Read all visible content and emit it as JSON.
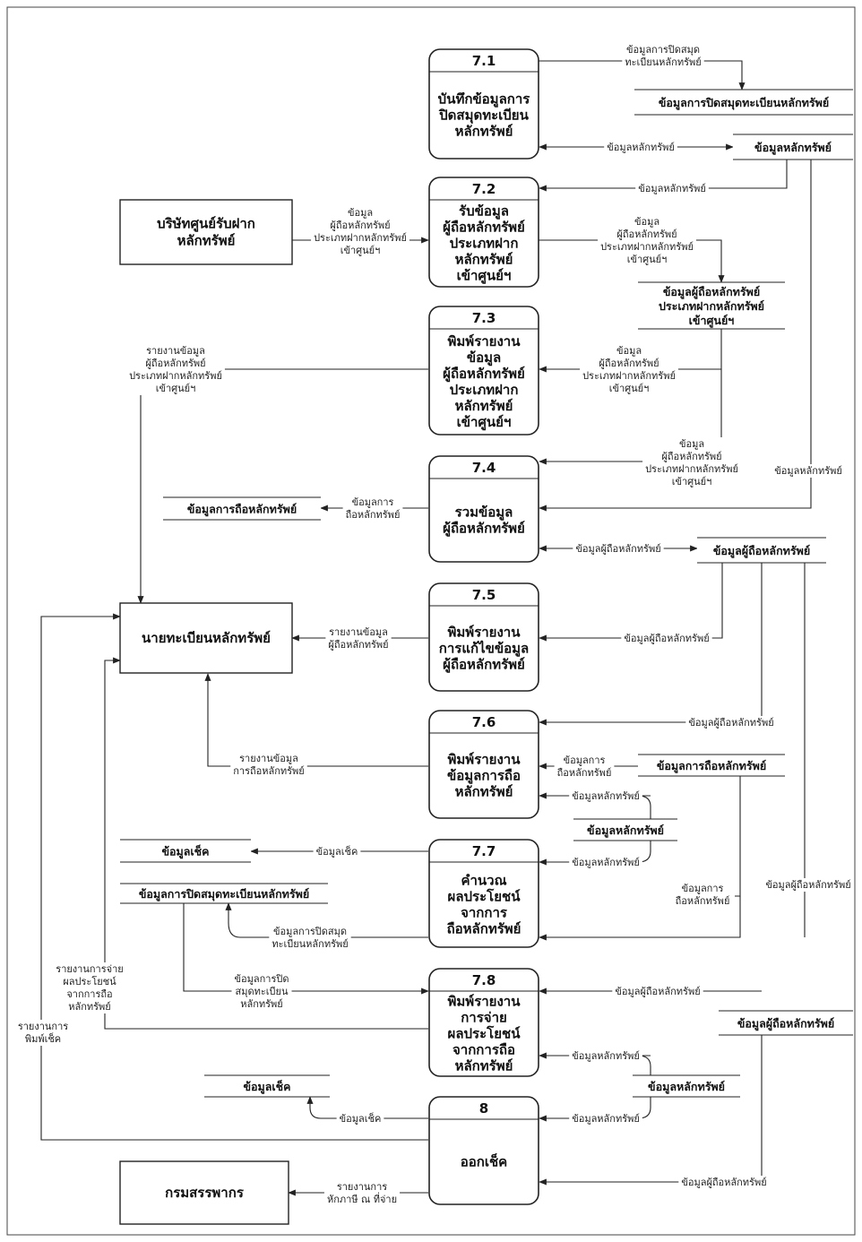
{
  "processes": {
    "p71": {
      "number": "7.1",
      "lines": [
        "บันทึกข้อมูลการ",
        "ปิดสมุดทะเบียน",
        "หลักทรัพย์"
      ]
    },
    "p72": {
      "number": "7.2",
      "lines": [
        "รับข้อมูล",
        "ผู้ถือหลักทรัพย์",
        "ประเภทฝาก",
        "หลักทรัพย์",
        "เข้าศูนย์ฯ"
      ]
    },
    "p73": {
      "number": "7.3",
      "lines": [
        "พิมพ์รายงาน",
        "ข้อมูล",
        "ผู้ถือหลักทรัพย์",
        "ประเภทฝาก",
        "หลักทรัพย์",
        "เข้าศูนย์ฯ"
      ]
    },
    "p74": {
      "number": "7.4",
      "lines": [
        "รวมข้อมูล",
        "ผู้ถือหลักทรัพย์"
      ]
    },
    "p75": {
      "number": "7.5",
      "lines": [
        "พิมพ์รายงาน",
        "การแก้ไขข้อมูล",
        "ผู้ถือหลักทรัพย์"
      ]
    },
    "p76": {
      "number": "7.6",
      "lines": [
        "พิมพ์รายงาน",
        "ข้อมูลการถือ",
        "หลักทรัพย์"
      ]
    },
    "p77": {
      "number": "7.7",
      "lines": [
        "คำนวณ",
        "ผลประโยชน์",
        "จากการ",
        "ถือหลักทรัพย์"
      ]
    },
    "p78": {
      "number": "7.8",
      "lines": [
        "พิมพ์รายงาน",
        "การจ่าย",
        "ผลประโยชน์",
        "จากการถือ",
        "หลักทรัพย์"
      ]
    },
    "p8": {
      "number": "8",
      "lines": [
        "ออกเช็ค"
      ]
    }
  },
  "entities": {
    "tsd": [
      "บริษัทศูนย์รับฝาก",
      "หลักทรัพย์"
    ],
    "registrar": [
      "นายทะเบียนหลักทรัพย์"
    ],
    "revenue": [
      "กรมสรรพากร"
    ]
  },
  "stores": {
    "s_closebook_tr": "ข้อมูลการปิดสมุดทะเบียนหลักทรัพย์",
    "s_sec_1": "ข้อมูลหลักทรัพย์",
    "s_tsdholder": [
      "ข้อมูลผู้ถือหลักทรัพย์",
      "ประเภทฝากหลักทรัพย์",
      "เข้าศูนย์ฯ"
    ],
    "s_holding_l": "ข้อมูลการถือหลักทรัพย์",
    "s_holder_1": "ข้อมูลผู้ถือหลักทรัพย์",
    "s_holding_r": "ข้อมูลการถือหลักทรัพย์",
    "s_sec_2": "ข้อมูลหลักทรัพย์",
    "s_cheque_1": "ข้อมูลเช็ค",
    "s_closebook_l": "ข้อมูลการปิดสมุดทะเบียนหลักทรัพย์",
    "s_holder_2": "ข้อมูลผู้ถือหลักทรัพย์",
    "s_cheque_2": "ข้อมูลเช็ค",
    "s_sec_3": "ข้อมูลหลักทรัพย์"
  },
  "flows": {
    "f1": [
      "ข้อมูลการปิดสมุด",
      "ทะเบียนหลักทรัพย์"
    ],
    "f2": [
      "ข้อมูลหลักทรัพย์"
    ],
    "f3": [
      "ข้อมูลหลักทรัพย์"
    ],
    "f4": [
      "ข้อมูล",
      "ผู้ถือหลักทรัพย์",
      "ประเภทฝากหลักทรัพย์",
      "เข้าศูนย์ฯ"
    ],
    "f5": [
      "ข้อมูล",
      "ผู้ถือหลักทรัพย์",
      "ประเภทฝากหลักทรัพย์",
      "เข้าศูนย์ฯ"
    ],
    "f6": [
      "รายงานข้อมูล",
      "ผู้ถือหลักทรัพย์",
      "ประเภทฝากหลักทรัพย์",
      "เข้าศูนย์ฯ"
    ],
    "f7": [
      "ข้อมูล",
      "ผู้ถือหลักทรัพย์",
      "ประเภทฝากหลักทรัพย์",
      "เข้าศูนย์ฯ"
    ],
    "f8": [
      "ข้อมูล",
      "ผู้ถือหลักทรัพย์",
      "ประเภทฝากหลักทรัพย์",
      "เข้าศูนย์ฯ"
    ],
    "f9": [
      "ข้อมูลหลักทรัพย์"
    ],
    "f10": [
      "ข้อมูลการ",
      "ถือหลักทรัพย์"
    ],
    "f11": [
      "ข้อมูลผู้ถือหลักทรัพย์"
    ],
    "f12": [
      "รายงานข้อมูล",
      "ผู้ถือหลักทรัพย์"
    ],
    "f13": [
      "ข้อมูลผู้ถือหลักทรัพย์"
    ],
    "f14": [
      "ข้อมูลผู้ถือหลักทรัพย์"
    ],
    "f15": [
      "รายงานข้อมูล",
      "การถือหลักทรัพย์"
    ],
    "f16": [
      "ข้อมูลการ",
      "ถือหลักทรัพย์"
    ],
    "f17": [
      "ข้อมูลหลักทรัพย์"
    ],
    "f18": [
      "ข้อมูลเช็ค"
    ],
    "f19": [
      "ข้อมูลหลักทรัพย์"
    ],
    "f20": [
      "ข้อมูลการ",
      "ถือหลักทรัพย์"
    ],
    "f21": [
      "ข้อมูลผู้ถือหลักทรัพย์"
    ],
    "f22": [
      "ข้อมูลการปิดสมุด",
      "ทะเบียนหลักทรัพย์"
    ],
    "f23": [
      "รายงานการจ่าย",
      "ผลประโยชน์",
      "จากการถือ",
      "หลักทรัพย์"
    ],
    "f24": [
      "ข้อมูลการปิด",
      "สมุดทะเบียน",
      "หลักทรัพย์"
    ],
    "f25": [
      "ข้อมูลผู้ถือหลักทรัพย์"
    ],
    "f26": [
      "รายงานการ",
      "พิมพ์เช็ค"
    ],
    "f27": [
      "ข้อมูลหลักทรัพย์"
    ],
    "f28": [
      "ข้อมูลเช็ค"
    ],
    "f29": [
      "ข้อมูลหลักทรัพย์"
    ],
    "f30": [
      "ข้อมูลผู้ถือหลักทรัพย์"
    ],
    "f31": [
      "รายงานการ",
      "หักภาษี ณ ที่จ่าย"
    ]
  }
}
